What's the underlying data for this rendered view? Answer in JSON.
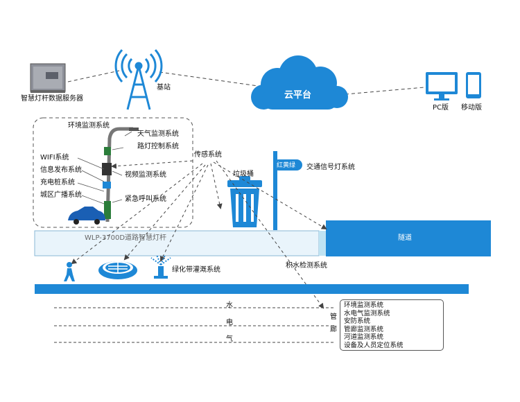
{
  "nodes": {
    "server": "智慧灯杆数据服务器",
    "base_station": "基站",
    "cloud": "云平台",
    "pc": "PC版",
    "mobile": "移动版",
    "env_monitor": "环境监测系统",
    "weather": "天气监测系统",
    "light_control": "路灯控制系统",
    "wifi": "WIFI系统",
    "info_publish": "信息发布系统",
    "charging": "充电桩系统",
    "broadcast": "城区广播系统",
    "video": "视频监测系统",
    "emergency": "紧急呼叫系统",
    "sensing": "传感系统",
    "trash": "垃圾桶",
    "traffic_sign": "红黄绿",
    "traffic_light": "交通信号灯系统",
    "pole_model": "WLP-3700D道路智慧灯杆",
    "tunnel": "隧道",
    "water_detect": "积水检测系统",
    "irrigation": "绿化带灌溉系统",
    "pipe_water": "水",
    "pipe_power": "电",
    "pipe_gas": "气",
    "corridor_1": "管",
    "corridor_2": "廊"
  },
  "corridor_systems": [
    "环境监测系统",
    "水电气监测系统",
    "安防系统",
    "管廊监测系统",
    "河道监测系统",
    "设备及人员定位系统"
  ],
  "colors": {
    "accent_blue": "#1e88d6",
    "road_light": "#e9f4fb",
    "dash": "#444444"
  }
}
